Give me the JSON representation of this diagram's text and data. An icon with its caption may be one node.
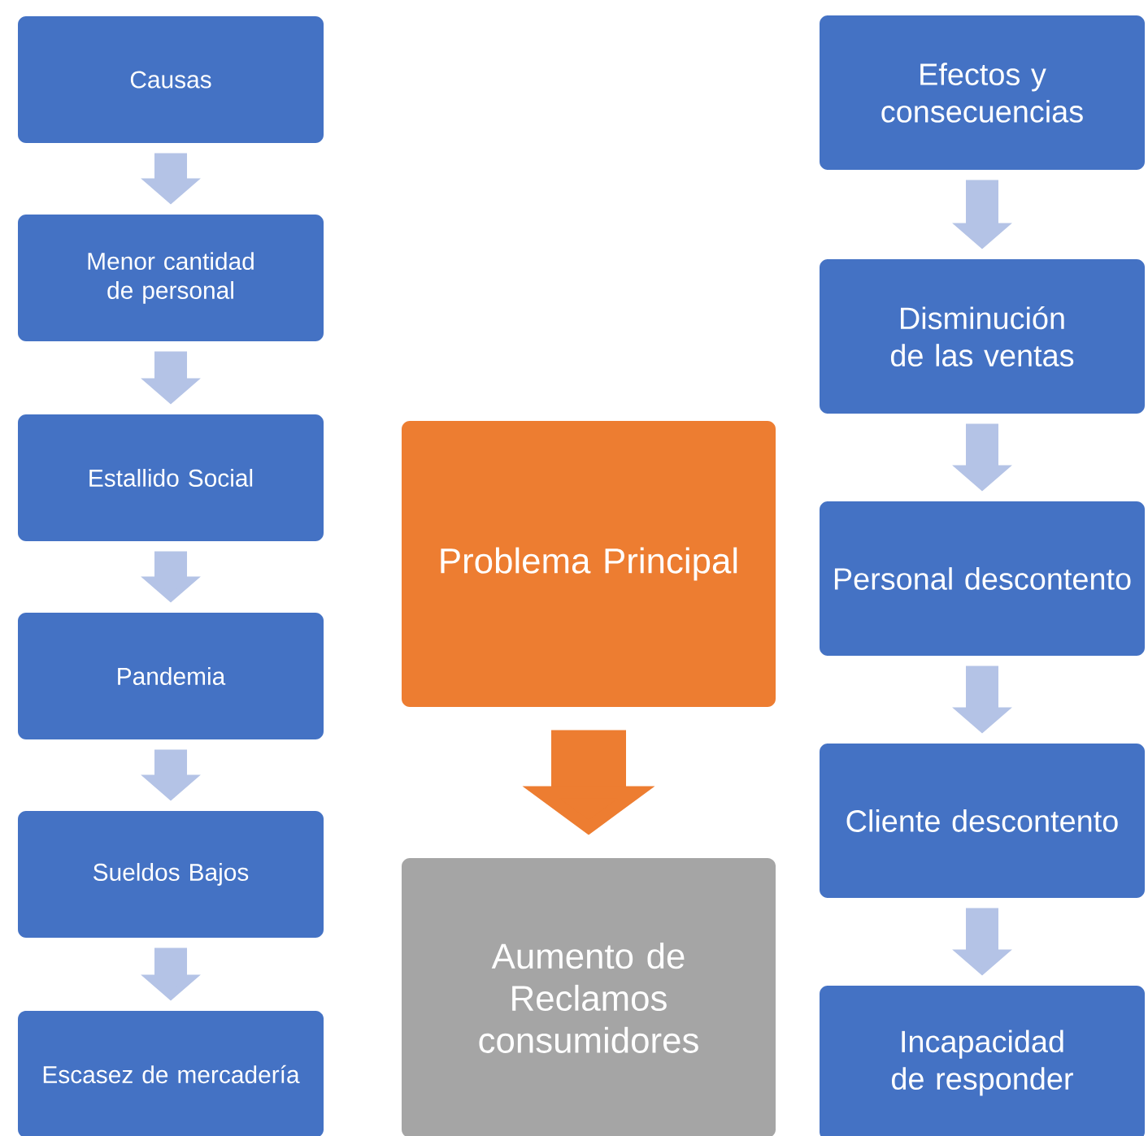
{
  "diagram": {
    "nodes": [
      {
        "text": [
          "Causas"
        ]
      },
      {
        "text": [
          "Menor cantidad de personal"
        ]
      },
      {
        "text": [
          "Estallido Social"
        ]
      },
      {
        "text": [
          "Pandemia"
        ]
      },
      {
        "text": [
          "Sueldos Bajos"
        ]
      },
      {
        "text": [
          "Escasez de mercadería"
        ]
      },
      {
        "text": [
          "Problema Principal"
        ]
      },
      {
        "text": [
          "Aumento de Reclamos consumidores"
        ]
      },
      {
        "text": [
          "Efectos y consecuencias"
        ]
      },
      {
        "text": [
          "Disminución de las ventas"
        ]
      },
      {
        "text": [
          "Personal descontento"
        ]
      },
      {
        "text": [
          "Cliente descontento"
        ]
      },
      {
        "text": [
          "Incapacidad de responder"
        ]
      }
    ],
    "edges": [
      {
        "from": 0,
        "to": 1,
        "arrow": "to"
      },
      {
        "from": 1,
        "to": 2,
        "arrow": "to"
      },
      {
        "from": 2,
        "to": 3,
        "arrow": "to"
      },
      {
        "from": 3,
        "to": 4,
        "arrow": "to"
      },
      {
        "from": 4,
        "to": 5,
        "arrow": "to"
      },
      {
        "from": 6,
        "to": 7,
        "arrow": "to",
        "color": "#ed7d31",
        "style": "thick"
      },
      {
        "from": 8,
        "to": 9,
        "arrow": "to"
      },
      {
        "from": 9,
        "to": 10,
        "arrow": "to"
      },
      {
        "from": 10,
        "to": 11,
        "arrow": "to"
      },
      {
        "from": 11,
        "to": 12,
        "arrow": "to"
      }
    ]
  }
}
